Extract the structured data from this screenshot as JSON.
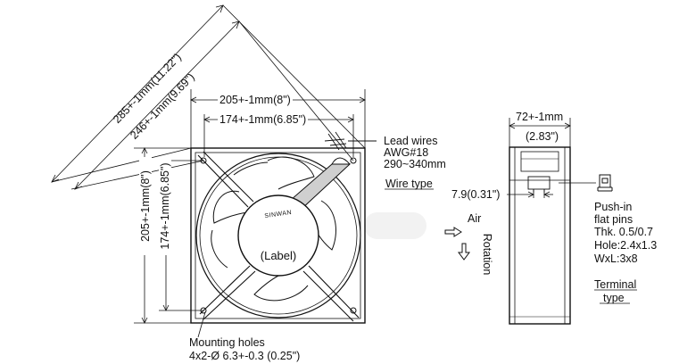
{
  "brand": "SINWAN",
  "fan_label": "(Label)",
  "dimensions": {
    "diagonal_outer": "285+-1mm(11.22\")",
    "diagonal_inner": "246+-1mm(9.69\")",
    "width_outer": "205+-1mm(8\")",
    "width_inner": "174+-1mm(6.85\")",
    "height_outer": "205+-1mm(8\")",
    "height_inner": "174+-1mm(6.85\")",
    "depth": "72+-1mm",
    "depth_inch": "(2.83\")",
    "terminal_offset": "7.9(0.31\")"
  },
  "wire": {
    "line1": "Lead wires",
    "line2": "AWG#18",
    "line3": "290~340mm",
    "title": "Wire type"
  },
  "airflow": {
    "air": "Air",
    "rotation": "Rotation"
  },
  "terminal": {
    "line1": "Push-in",
    "line2": "flat pins",
    "line3": "Thk. 0.5/0.7",
    "line4": "Hole:2.4x1.3",
    "line5": "WxL:3x8",
    "title_line1": "Terminal",
    "title_line2": "type"
  },
  "mounting": {
    "line1": "Mounting holes",
    "line2": "4x2-Ø 6.3+-0.3 (0.25\")"
  },
  "icons": [
    "air-direction-arrow-icon",
    "rotation-direction-arrow-icon",
    "terminal-pin-icon"
  ]
}
